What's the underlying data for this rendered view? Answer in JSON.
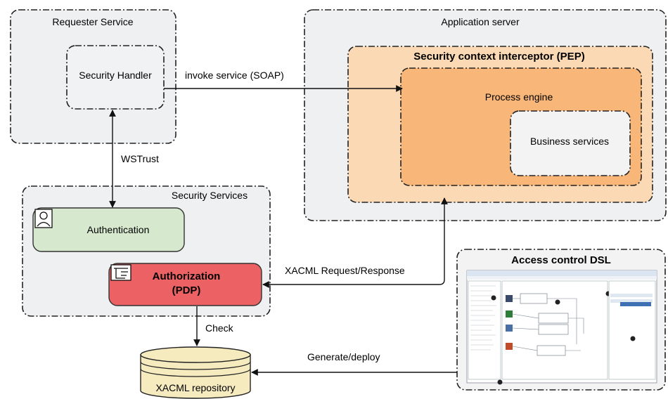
{
  "requester": {
    "title": "Requester  Service",
    "handler": "Security Handler"
  },
  "app_server": {
    "title": "Application server",
    "pep": "Security context interceptor (PEP)",
    "process_engine": "Process engine",
    "business_services": "Business services"
  },
  "security_services": {
    "title": "Security Services",
    "authentication": "Authentication",
    "authorization_line1": "Authorization",
    "authorization_line2": "(PDP)"
  },
  "dsl": {
    "title": "Access control DSL"
  },
  "repository": {
    "label": "XACML repository"
  },
  "edges": {
    "invoke": "invoke service (SOAP)",
    "wstrust": "WSTrust",
    "xacml": "XACML Request/Response",
    "check": "Check",
    "generate": "Generate/deploy"
  },
  "icons": {
    "authentication": "user-icon",
    "authorization": "hand-pointer-icon"
  },
  "colors": {
    "pep_fill": "#fbd9b4",
    "engine_fill": "#f8b779",
    "auth_fill": "#d6e8cd",
    "authz_fill": "#ec6163",
    "repo_fill": "#f6eabf",
    "panel_fill": "#eef0f2"
  }
}
